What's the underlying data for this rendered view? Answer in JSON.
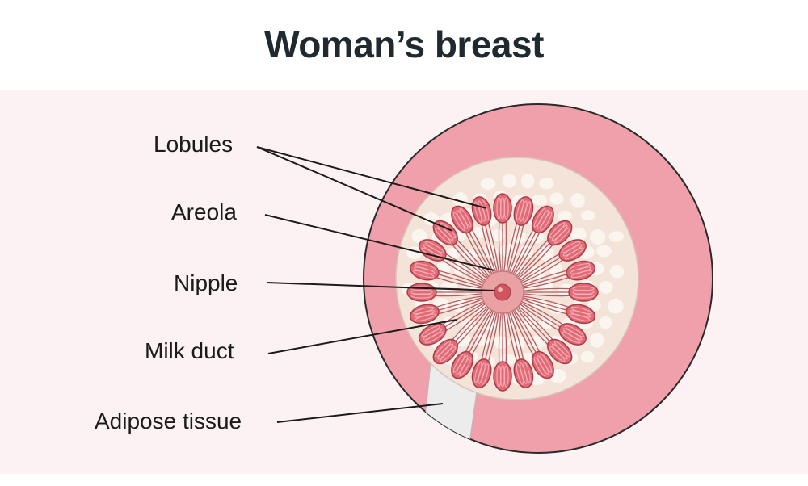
{
  "title": "Woman’s breast",
  "labels": {
    "lobules": "Lobules",
    "areola": "Areola",
    "nipple": "Nipple",
    "milk_duct": "Milk duct",
    "adipose_tissue": "Adipose tissue"
  },
  "colors": {
    "background_band": "#fdf2f3",
    "breast_tissue": "#f0a0aa",
    "fatty_core": "#f3e3d8",
    "fat_globule": "#fbf6f0",
    "lobule": "#e26a76",
    "lobule_outline": "#a83c48",
    "duct": "#b55a62",
    "areola": "#e9a1a3",
    "nipple": "#d0555f",
    "adipose_wedge": "#ececec",
    "leader_line": "#1b1b1b"
  }
}
